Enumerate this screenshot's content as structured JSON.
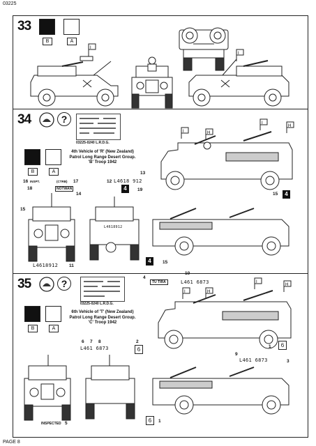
{
  "header": {
    "code": "03225"
  },
  "footer": {
    "page": "PAGE 8"
  },
  "colors": {
    "black_swatch": "#111111",
    "outline": "#222222"
  },
  "step33": {
    "number": "33",
    "swatch_black": "B",
    "swatch_white": "A",
    "flag_marker": "I"
  },
  "step34": {
    "number": "34",
    "glue_icon": "glue-icon",
    "help_icon": "?",
    "decal_code": "03225-0240 L.R.D.G.",
    "swatch_black": "B",
    "swatch_white": "A",
    "description": [
      "4th Vehicle of 'R' (New Zealand)",
      "Patrol Long Range Desert Group.",
      "'B' Troop 1942"
    ],
    "callouts": {
      "c16": "16",
      "c18": "18",
      "c17": "17",
      "c14": "14",
      "c15_front": "15",
      "c13": "13",
      "c12": "12",
      "c19": "19",
      "c15_side": "15",
      "c15_lower": "15",
      "c11": "11"
    },
    "plate_rear": "L4618 912",
    "plate_front": "L4618912",
    "rear_plate_small": "L4618912",
    "box_number": "4",
    "flag_i": "I",
    "flag_h": "H",
    "small_label_left": "INSPT.",
    "small_label_right": "(CTRB)",
    "bumper_text": "NOTWAN"
  },
  "step35": {
    "number": "35",
    "glue_icon": "glue-icon",
    "help_icon": "?",
    "decal_code": "03225-0240 L.R.D.G.",
    "swatch_black": "B",
    "swatch_white": "A",
    "description": [
      "6th Vehicle of 'T' (New Zealand)",
      "Patrol Long Range Desert Group.",
      "'C' Troop 1942"
    ],
    "callouts": {
      "c4": "4",
      "c10": "10",
      "c6": "6",
      "c7": "7",
      "c8": "8",
      "c2": "2",
      "c9": "9",
      "c1": "1",
      "c3": "3",
      "c5": "5",
      "c1b": "1"
    },
    "plate_top": "L461 6873",
    "plate_mid": "L461 6873",
    "plate_side": "L461 6873",
    "tag_top": "TU TIRA",
    "box_number": "6",
    "flag_i": "I",
    "flag_h": "H",
    "inspected": "INSPECTED"
  }
}
